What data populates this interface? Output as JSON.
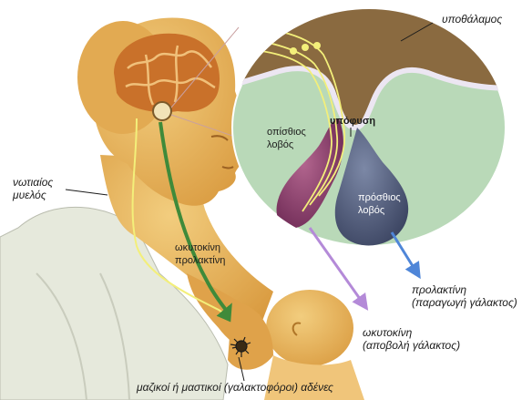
{
  "labels": {
    "hypothalamus": "υποθάλαμος",
    "pituitary": "υπόφυση",
    "posterior_lobe": [
      "οπίσθιος",
      "λοβός"
    ],
    "anterior_lobe": [
      "πρόσθιος",
      "λοβός"
    ],
    "spinal_cord": [
      "νωτιαίος",
      "μυελός"
    ],
    "hormones_path": [
      "ωκυτοκίνη",
      "προλακτίνη"
    ],
    "prolactin_out": [
      "προλακτίνη",
      "(παραγωγή γάλακτος)"
    ],
    "oxytocin_out": [
      "ωκυτοκίνη",
      "(αποβολή γάλακτος)"
    ],
    "glands": "μαζικοί ή μαστικοί (γαλακτοφόροι) αδένες"
  },
  "colors": {
    "skin": "#e9b45a",
    "skin_shadow": "#c98a2e",
    "brain": "#c9712a",
    "inset_bg": "#b9d9b8",
    "hypothalamus_tissue": "#8a6a40",
    "posterior_lobe": "#8a3c6c",
    "anterior_lobe": "#4f5a78",
    "nerve": "#f3ef7a",
    "green_arrow": "#3f8a3a",
    "prolactin_arrow": "#4f86d8",
    "oxytocin_arrow": "#b48ad8",
    "clothing": "#e6e9dc"
  }
}
